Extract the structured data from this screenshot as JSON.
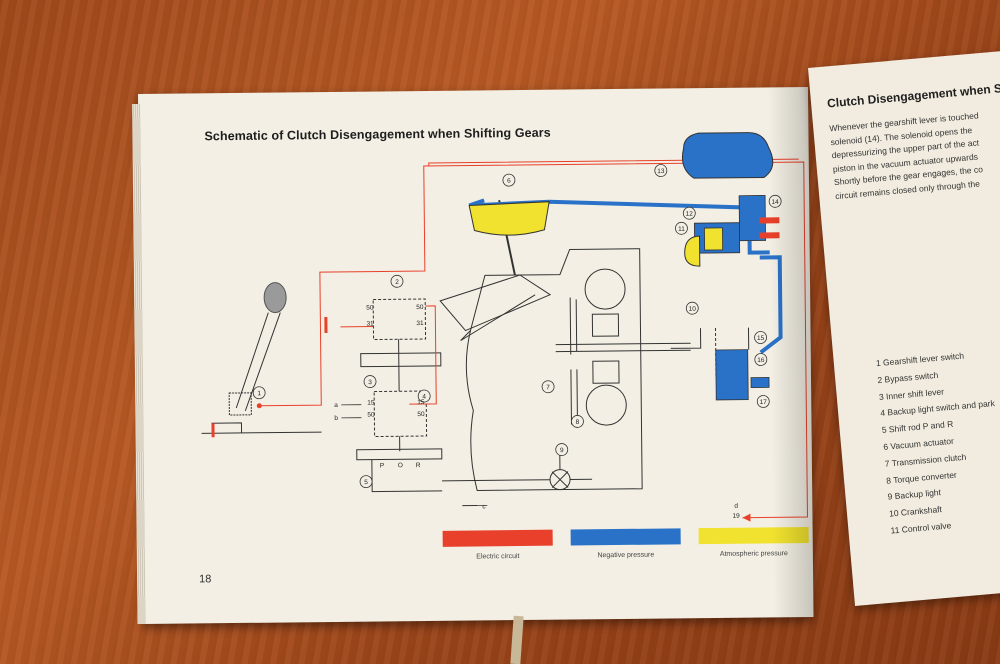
{
  "left_page": {
    "title": "Schematic of Clutch Disengagement when Shifting Gears",
    "page_number": "18",
    "legend": [
      {
        "label": "Electric circuit",
        "color": "#e8402a"
      },
      {
        "label": "Negative pressure",
        "color": "#2a72c8"
      },
      {
        "label": "Atmospheric pressure",
        "color": "#f0e22e"
      }
    ],
    "callouts": [
      "1",
      "2",
      "3",
      "4",
      "5",
      "6",
      "7",
      "8",
      "9",
      "10",
      "11",
      "12",
      "13",
      "14",
      "15",
      "16",
      "17"
    ],
    "switch_labels": {
      "s50a": "50",
      "s50b": "50",
      "s31a": "31",
      "s31b": "31",
      "s15a": "15",
      "s15b": "15",
      "s50c": "50",
      "s50d": "50"
    },
    "wire_labels": {
      "a": "a",
      "b": "b",
      "c": "c",
      "d": "d",
      "d19": "19"
    },
    "selector_labels": {
      "p": "P",
      "o": "O",
      "r": "R"
    }
  },
  "right_page": {
    "title": "Clutch Disengagement when S",
    "paragraph_lines": [
      "Whenever the gearshift lever is touched",
      "solenoid (14). The solenoid opens the",
      "depressurizing the upper part of the act",
      "piston in the vacuum actuator upwards",
      "Shortly before the gear engages, the co",
      "circuit remains closed only through the"
    ],
    "parts": [
      "1  Gearshift lever switch",
      "2  Bypass switch",
      "3  Inner shift lever",
      "4  Backup light switch and park",
      "5  Shift rod P and R",
      "6  Vacuum actuator",
      "7  Transmission clutch",
      "8  Torque converter",
      "9  Backup light",
      "10  Crankshaft",
      "11  Control valve"
    ]
  },
  "colors": {
    "red": "#e8402a",
    "blue": "#2a72c8",
    "yellow": "#f0e22e",
    "page": "#f3efe4",
    "wood": "#a14a1c"
  }
}
